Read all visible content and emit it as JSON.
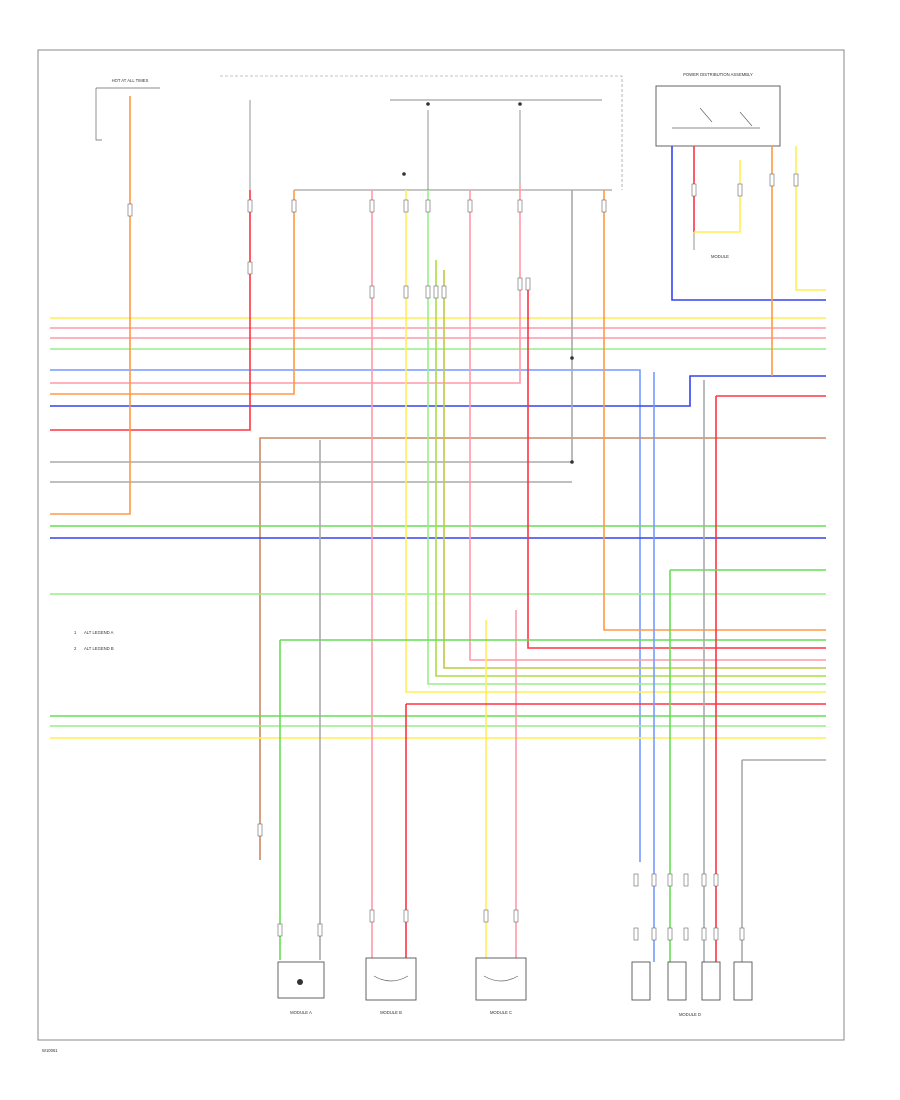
{
  "page_code": "W10061",
  "legend": {
    "items": [
      {
        "mark": "1",
        "text": "ALT LEGEND A"
      },
      {
        "mark": "2",
        "text": "ALT LEGEND B"
      }
    ]
  },
  "components": {
    "top_left_module": {
      "title": "HOT AT ALL TIMES"
    },
    "top_right_module": {
      "title": "POWER DISTRIBUTION ASSEMBLY"
    },
    "right_sub_module": {
      "title": "MODULE"
    },
    "bottom_module_1": {
      "title": "MODULE A"
    },
    "bottom_module_2": {
      "title": "MODULE B"
    },
    "bottom_module_3": {
      "title": "MODULE C"
    },
    "bottom_module_4": {
      "title": "MODULE D"
    }
  },
  "wire_colors": {
    "yellow": "#ffee55",
    "pink": "#ff9aa8",
    "red": "#ff3344",
    "green": "#66dd55",
    "light_green": "#99ee88",
    "blue": "#3344ee",
    "light_blue": "#7799ff",
    "orange": "#ff9944",
    "brown": "#cc8866",
    "gray": "#aaaaaa",
    "olive": "#bbcc44",
    "lime": "#aadd44"
  }
}
